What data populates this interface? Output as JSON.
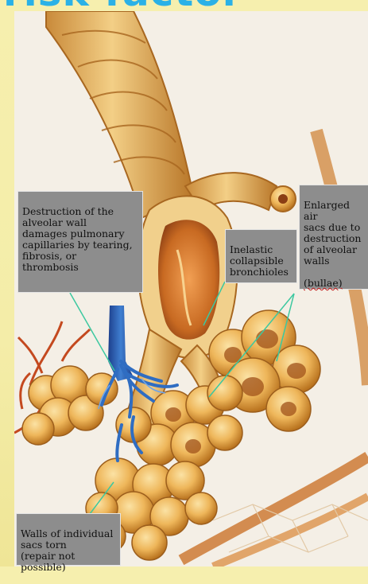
{
  "slide": {
    "title": "risk factor"
  },
  "labels": {
    "destruction": {
      "text": "Destruction of the\nalveolar wall\ndamages pulmonary\ncapillaries by tearing,\nfibrosis, or\nthrombosis"
    },
    "inelastic": {
      "text": "Inelastic\ncollapsible\nbronchioles"
    },
    "enlarged": {
      "text": "Enlarged air\nsacs due to\ndestruction\nof alveolar\nwalls",
      "bullae": "(bullae)"
    },
    "walls": {
      "text": "Walls of individual\nsacs torn\n(repair not\npossible)"
    }
  }
}
